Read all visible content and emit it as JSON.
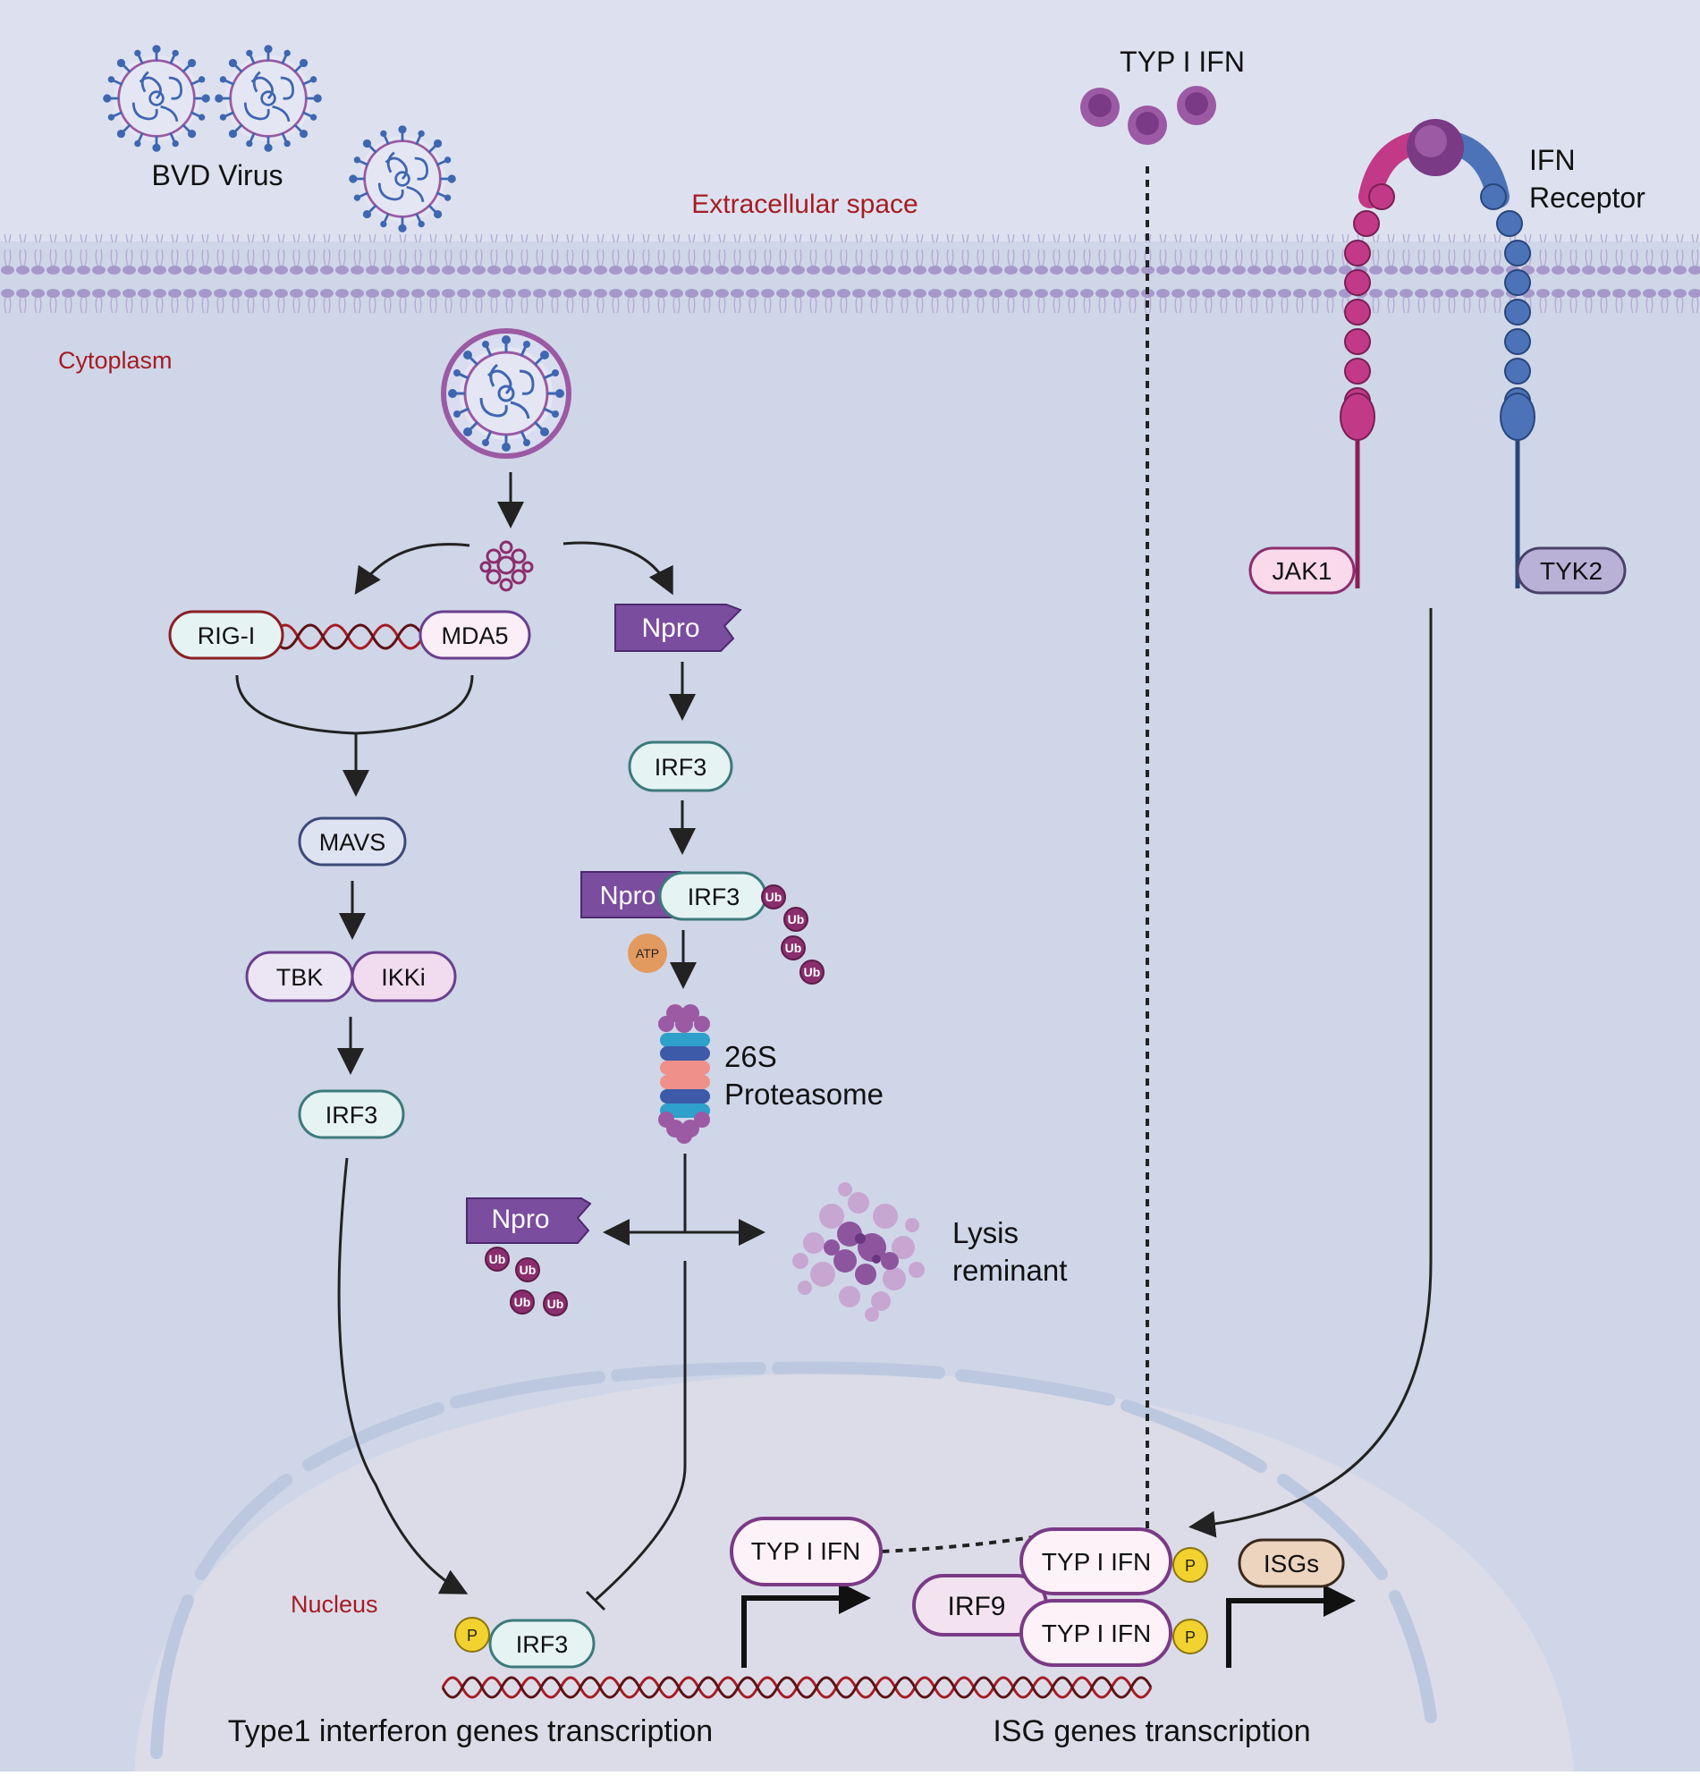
{
  "labels": {
    "bvd_virus": "BVD Virus",
    "extracellular": "Extracellular space",
    "cytoplasm": "Cytoplasm",
    "nucleus": "Nucleus",
    "typ_ifn_top": "TYP I IFN",
    "ifn_receptor_line1": "IFN",
    "ifn_receptor_line2": "Receptor",
    "proteasome_line1": "26S",
    "proteasome_line2": "Proteasome",
    "lysis_line1": "Lysis",
    "lysis_line2": "reminant",
    "type1_transcription": "Type1 interferon genes transcription",
    "isg_transcription": "ISG genes transcription"
  },
  "nodes": {
    "rigi": "RIG-I",
    "mda5": "MDA5",
    "mavs": "MAVS",
    "tbk": "TBK",
    "ikki": "IKKi",
    "irf3_left": "IRF3",
    "npro_top": "Npro",
    "irf3_mid": "IRF3",
    "npro_complex": "Npro",
    "irf3_complex": "IRF3",
    "atp": "ATP",
    "npro_bottom": "Npro",
    "jak1": "JAK1",
    "tyk2": "TYK2",
    "irf3_nuclear": "IRF3",
    "p": "P",
    "typ_ifn_nuc": "TYP I IFN",
    "typ_ifn_upper": "TYP I IFN",
    "typ_ifn_lower": "TYP I IFN",
    "irf9": "IRF9",
    "isgs": "ISGs",
    "ub": "Ub"
  },
  "colors": {
    "bg_top": "#dde1ef",
    "bg_cyto": "#cfd6e8",
    "nucleus": "#dcdce9",
    "membrane": "#a699c9",
    "red_label": "#a51c23",
    "npro": "#7a4d9e",
    "ub": "#8b2e6d",
    "jak_chain": "#c23a87",
    "tyk_chain": "#4c73b8"
  }
}
